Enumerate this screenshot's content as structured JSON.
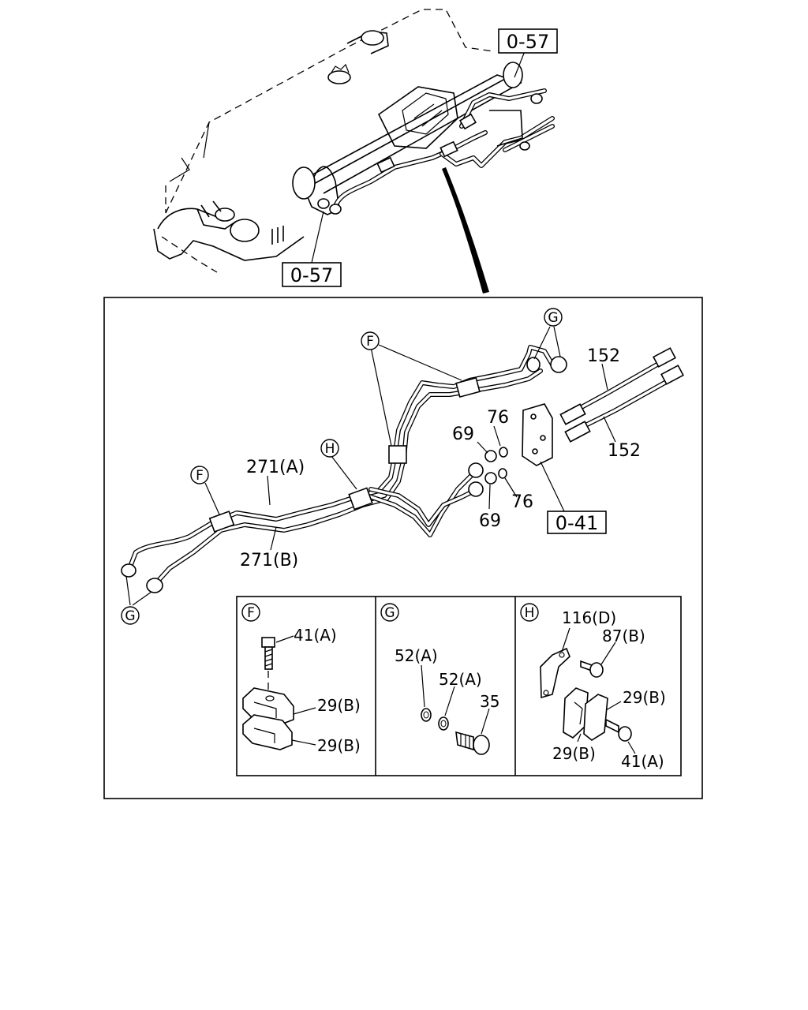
{
  "engine_refs": {
    "top": "0-57",
    "bottom": "0-57"
  },
  "main": {
    "ref_bracket": "0-41",
    "labels": {
      "pipe_a": "271(A)",
      "pipe_b": "271(B)",
      "hose_upper": "152",
      "hose_lower": "152",
      "washer_upper": "76",
      "washer_lower": "76",
      "nut_upper": "69",
      "nut_lower": "69"
    },
    "callouts": {
      "f_left": "F",
      "f_top": "F",
      "h_mid": "H",
      "g_top": "G",
      "g_bottom": "G"
    }
  },
  "details": {
    "f": {
      "letter": "F",
      "bolt": "41(A)",
      "clip_upper": "29(B)",
      "clip_lower": "29(B)"
    },
    "g": {
      "letter": "G",
      "washer_1": "52(A)",
      "washer_2": "52(A)",
      "bolt": "35"
    },
    "h": {
      "letter": "H",
      "bracket": "116(D)",
      "bolt_upper": "87(B)",
      "clip_right": "29(B)",
      "clip_lower": "29(B)",
      "bolt_lower": "41(A)"
    }
  }
}
